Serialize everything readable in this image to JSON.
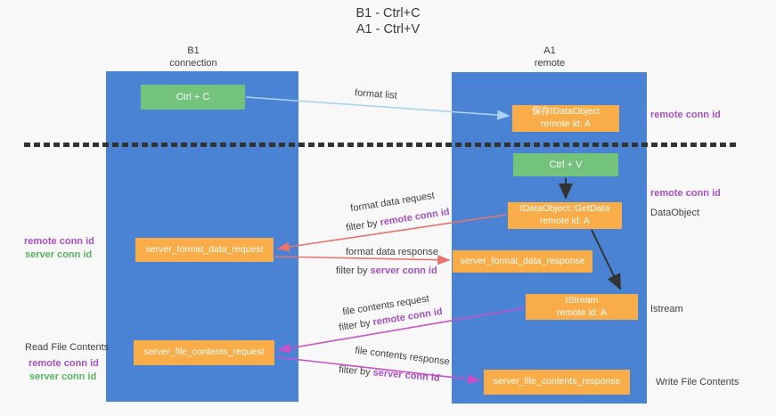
{
  "title": {
    "line1": "B1 - Ctrl+C",
    "line2": "A1 - Ctrl+V"
  },
  "columns": {
    "left": {
      "name": "B1",
      "subtitle": "connection"
    },
    "right": {
      "name": "A1",
      "subtitle": "remote"
    }
  },
  "nodes": {
    "ctrl_c": "Ctrl + C",
    "save_idataobject": {
      "line1": "保存IDataObject",
      "line2": "remote id: A"
    },
    "ctrl_v": "Ctrl + V",
    "getdata": {
      "line1": "IDataObject::GetData",
      "line2": "remote id: A"
    },
    "server_format_data_request": "server_format_data_request",
    "server_format_data_response": "server_format_data_response",
    "istream": {
      "line1": "IStream",
      "line2": "remote id: A"
    },
    "server_file_contents_request": "server_file_contents_request",
    "server_file_contents_response": "server_file_contents_response"
  },
  "edge_labels": {
    "format_list": "format list",
    "format_data_request": "format data request",
    "format_data_response": "format data response",
    "file_contents_request": "file contents request",
    "file_contents_response": "file contents response",
    "filter_by": "filter by ",
    "remote_conn_id": "remote conn id",
    "server_conn_id": "server conn id"
  },
  "annotations": {
    "left_mid_remote": "remote conn id",
    "left_mid_server": "server conn id",
    "left_bottom_title": "Read File Contents",
    "left_bottom_remote": "remote conn id",
    "left_bottom_server": "server conn id",
    "right_top_remote": "remote conn id",
    "right_mid_remote": "remote conn id",
    "right_dataobject": "DataObject",
    "right_istream": "Istream",
    "right_write": "Write File Contents"
  },
  "colors": {
    "column_blue": "#4a82d4",
    "node_green": "#74c37c",
    "node_orange": "#f8ad49",
    "label_purple": "#a551c2",
    "label_green": "#56b45f",
    "arrow_light_blue": "#a9d3ee",
    "arrow_salmon": "#e8736b",
    "arrow_magenta": "#c750c7",
    "arrow_black": "#333333"
  }
}
